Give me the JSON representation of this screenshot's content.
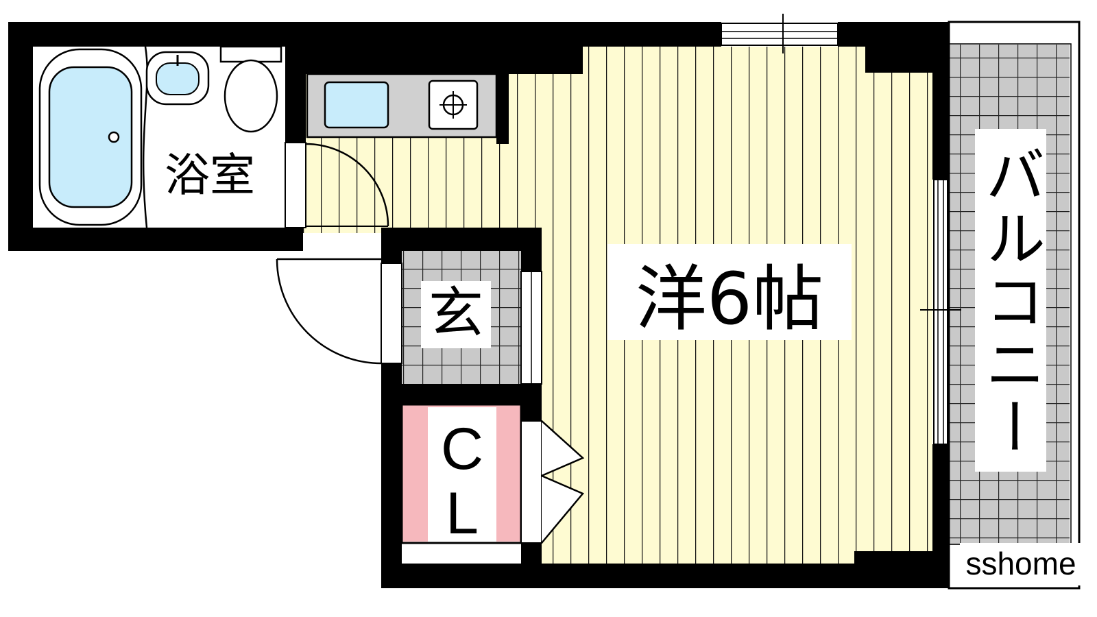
{
  "rooms": {
    "bathroom": "浴室",
    "entrance": "玄",
    "western_room": "洋6帖",
    "closet_top": "C",
    "closet_bottom": "L",
    "balcony": "バルコニー"
  },
  "watermark": "sshome",
  "colors": {
    "wall": "#000000",
    "floor_wood": "#fefbd2",
    "fixture_blue": "#c8ecfb",
    "tile_gray": "#c9c9c9",
    "closet_pink": "#f6b8bd",
    "counter_gray": "#d0d0d0"
  }
}
